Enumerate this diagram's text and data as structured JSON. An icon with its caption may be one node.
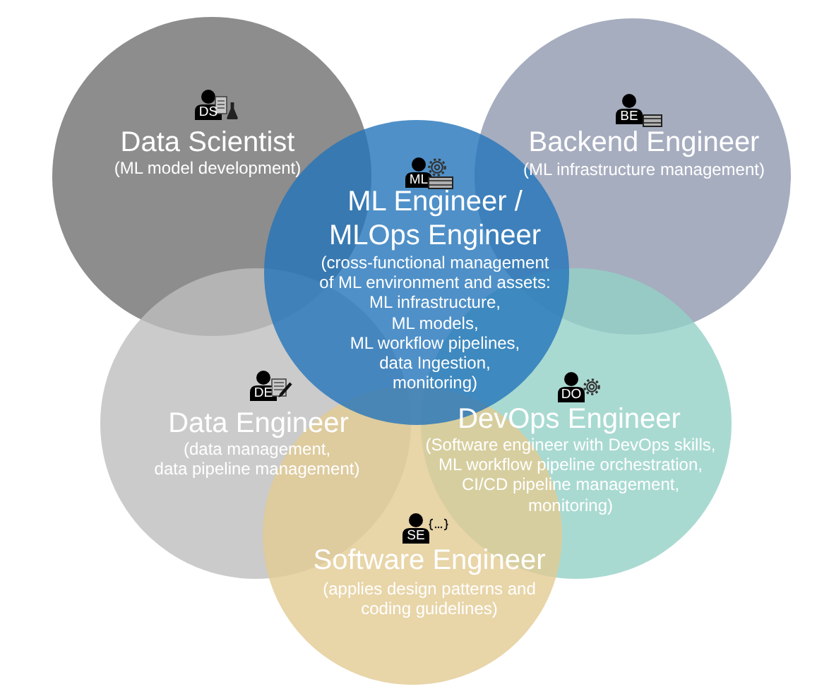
{
  "diagram": {
    "nodes": [
      {
        "text": [
          "DS",
          "Data Scientist",
          "(ML model development)"
        ]
      },
      {
        "text": [
          "BE",
          "Backend Engineer",
          "(ML infrastructure management)"
        ]
      },
      {
        "text": [
          "ML",
          "ML Engineer / MLOps Engineer",
          "(cross-functional management of ML environment and assets: ML infrastructure, ML models, ML workflow pipelines, data Ingestion, monitoring)"
        ]
      },
      {
        "text": [
          "DE",
          "Data Engineer",
          "(data management, data pipeline management)"
        ]
      },
      {
        "text": [
          "DO",
          "DevOps Engineer",
          "(Software engineer with DevOps skills, ML workflow pipeline orchestration, CI/CD pipeline management, monitoring)"
        ]
      },
      {
        "text": [
          "SE",
          "Software Engineer",
          "(applies design patterns and coding guidelines)"
        ]
      }
    ]
  }
}
